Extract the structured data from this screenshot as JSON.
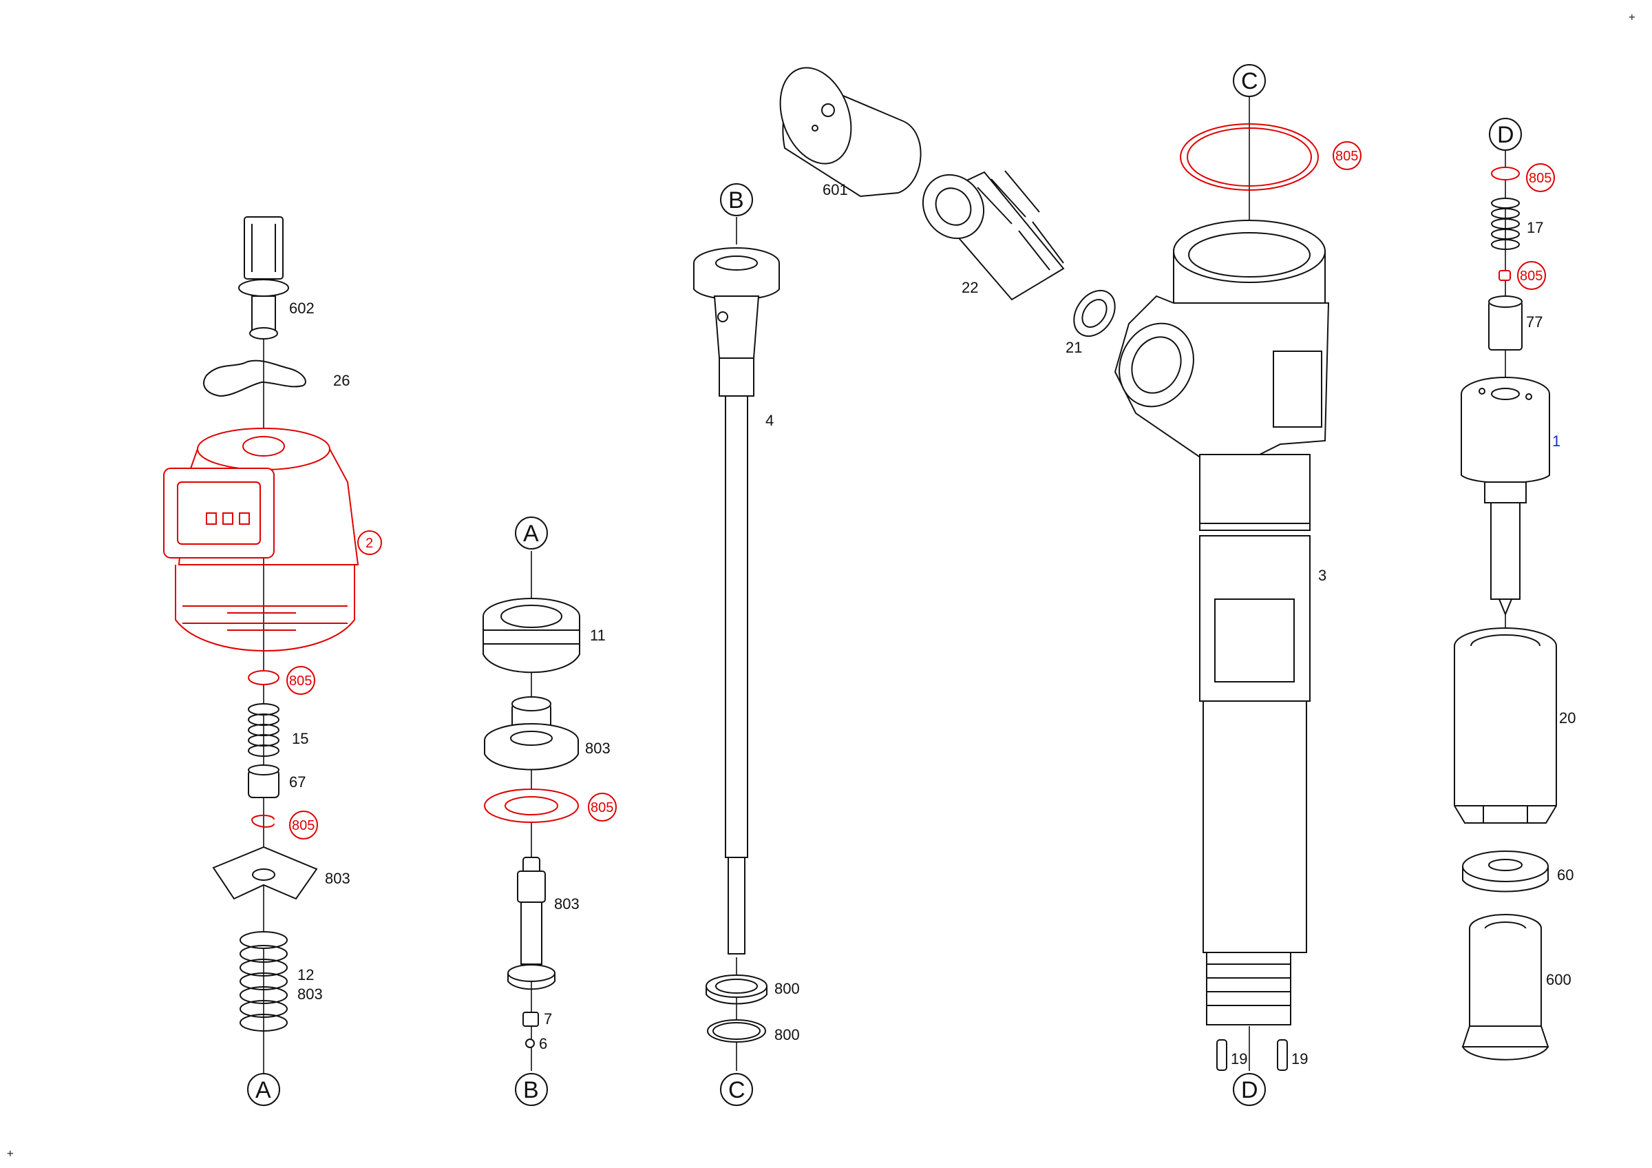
{
  "connectors": {
    "a_top": "A",
    "a_bottom": "A",
    "b_top": "B",
    "b_bottom": "B",
    "c_top": "C",
    "c_bottom": "C",
    "d_top": "D",
    "d_bottom": "D"
  },
  "parts": {
    "p602": "602",
    "p26": "26",
    "p2": "2",
    "p805_a": "805",
    "p15": "15",
    "p67": "67",
    "p805_b": "805",
    "p803_a": "803",
    "p12": "12",
    "p803_b": "803",
    "p11": "11",
    "p803_c": "803",
    "p805_c": "805",
    "p803_d": "803",
    "p7": "7",
    "p6": "6",
    "p4": "4",
    "p800_a": "800",
    "p800_b": "800",
    "p601": "601",
    "p22": "22",
    "p21": "21",
    "p805_d": "805",
    "p3": "3",
    "p19_a": "19",
    "p19_b": "19",
    "p805_e": "805",
    "p17": "17",
    "p805_f": "805",
    "p77": "77",
    "p1": "1",
    "p20": "20",
    "p60": "60",
    "p600": "600"
  },
  "corner_marks": {
    "top_right": "+",
    "bottom_left": "+"
  },
  "colors": {
    "line": "#111111",
    "highlight": "#e00000",
    "highlight_label": "#1030c0",
    "background": "#ffffff"
  }
}
